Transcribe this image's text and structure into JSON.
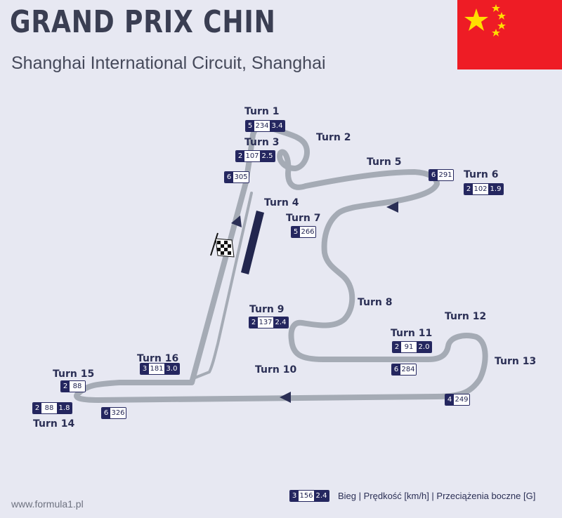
{
  "title": "GRAND PRIX CHIN",
  "subtitle": "Shanghai International Circuit, Shanghai",
  "footer_url": "www.formula1.pl",
  "legend": {
    "gear": "3",
    "speed": "156",
    "g_force": "2.4",
    "text": "Bieg | Prędkość [km/h] | Przeciążenia boczne [G]"
  },
  "turns": [
    {
      "label": "Turn 1"
    },
    {
      "label": "Turn 2"
    },
    {
      "label": "Turn 3"
    },
    {
      "label": "Turn 4"
    },
    {
      "label": "Turn 5"
    },
    {
      "label": "Turn 6"
    },
    {
      "label": "Turn 7"
    },
    {
      "label": "Turn 8"
    },
    {
      "label": "Turn 9"
    },
    {
      "label": "Turn 10"
    },
    {
      "label": "Turn 11"
    },
    {
      "label": "Turn 12"
    },
    {
      "label": "Turn 13"
    },
    {
      "label": "Turn 14"
    },
    {
      "label": "Turn 15"
    },
    {
      "label": "Turn 16"
    }
  ],
  "badges": [
    {
      "gear": "5",
      "speed": "234",
      "g": "3.4"
    },
    {
      "gear": "2",
      "speed": "107",
      "g": "2.5"
    },
    {
      "gear": "6",
      "speed": "305"
    },
    {
      "gear": "6",
      "speed": "291"
    },
    {
      "gear": "2",
      "speed": "102",
      "g": "1.9"
    },
    {
      "gear": "5",
      "speed": "266"
    },
    {
      "gear": "2",
      "speed": "137",
      "g": "2.4"
    },
    {
      "gear": "2",
      "speed": "91",
      "g": "2.0"
    },
    {
      "gear": "6",
      "speed": "284"
    },
    {
      "gear": "4",
      "speed": "249"
    },
    {
      "gear": "3",
      "speed": "181",
      "g": "3.0"
    },
    {
      "gear": "2",
      "speed": "88"
    },
    {
      "gear": "2",
      "speed": "88",
      "g": "1.8"
    },
    {
      "gear": "6",
      "speed": "326"
    }
  ],
  "colors": {
    "track": "#a5abb5",
    "badge_dark": "#24265f",
    "background": "#e7e8f2",
    "flag_red": "#ee1c25",
    "flag_star": "#ffde00"
  },
  "icons": [
    "checkered-flag-icon",
    "direction-arrow-icon",
    "china-flag-icon"
  ]
}
